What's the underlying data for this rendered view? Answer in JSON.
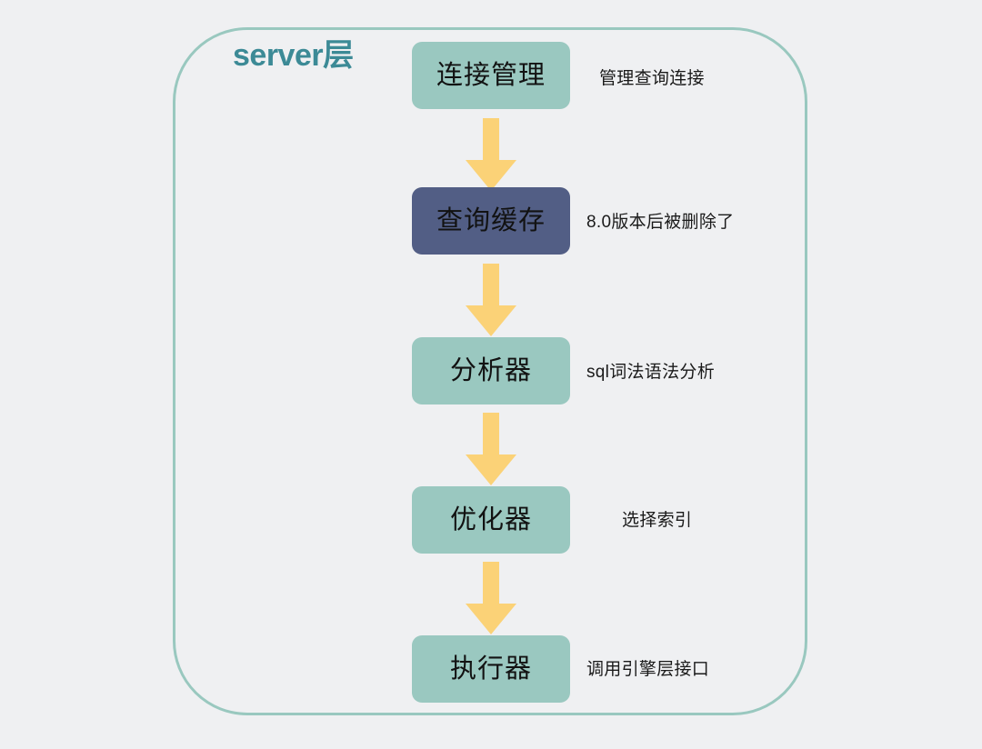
{
  "diagram": {
    "title": "server层",
    "type": "flowchart",
    "orientation": "vertical",
    "colors": {
      "background": "#eff0f2",
      "container_border": "#99c8bf",
      "title_text": "#3c8a96",
      "node_green": "#9ac8c0",
      "node_blue": "#525e85",
      "arrow": "#fbd277",
      "text": "#121212"
    },
    "nodes": [
      {
        "id": "connection-management",
        "label": "连接管理",
        "style": "green",
        "annotation": "管理查询连接"
      },
      {
        "id": "query-cache",
        "label": "查询缓存",
        "style": "blue",
        "annotation": "8.0版本后被删除了"
      },
      {
        "id": "analyzer",
        "label": "分析器",
        "style": "green",
        "annotation": "sql词法语法分析"
      },
      {
        "id": "optimizer",
        "label": "优化器",
        "style": "green",
        "annotation": "选择索引"
      },
      {
        "id": "executor",
        "label": "执行器",
        "style": "green",
        "annotation": "调用引擎层接口"
      }
    ],
    "edges": [
      {
        "from": "connection-management",
        "to": "query-cache",
        "kind": "block-arrow-down"
      },
      {
        "from": "query-cache",
        "to": "analyzer",
        "kind": "block-arrow-down"
      },
      {
        "from": "analyzer",
        "to": "optimizer",
        "kind": "block-arrow-down"
      },
      {
        "from": "optimizer",
        "to": "executor",
        "kind": "block-arrow-down"
      }
    ]
  }
}
